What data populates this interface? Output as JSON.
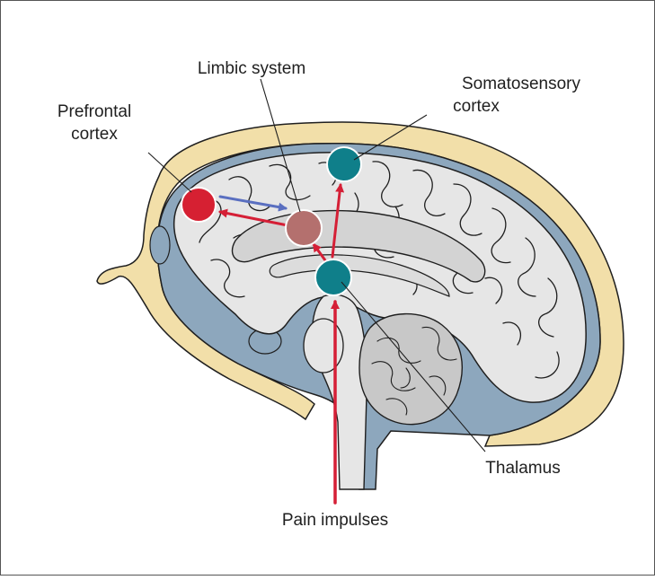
{
  "diagram": {
    "labels": {
      "limbic_system": "Limbic system",
      "prefrontal_cortex_line1": "Prefrontal",
      "prefrontal_cortex_line2": "cortex",
      "somatosensory_cortex_line1": "Somatosensory",
      "somatosensory_cortex_line2": "cortex",
      "thalamus": "Thalamus",
      "pain_impulses": "Pain impulses"
    },
    "colors": {
      "skull": "#f2dfa9",
      "csf": "#8da7bd",
      "brain": "#e6e6e6",
      "cerebellum": "#c8c8c8",
      "prefrontal_node": "#d62032",
      "limbic_node": "#b4706e",
      "teal_node": "#0f7f8a",
      "red_arrow": "#d51f36",
      "blue_arrow": "#5a6fc0",
      "frame": "#555555"
    }
  }
}
